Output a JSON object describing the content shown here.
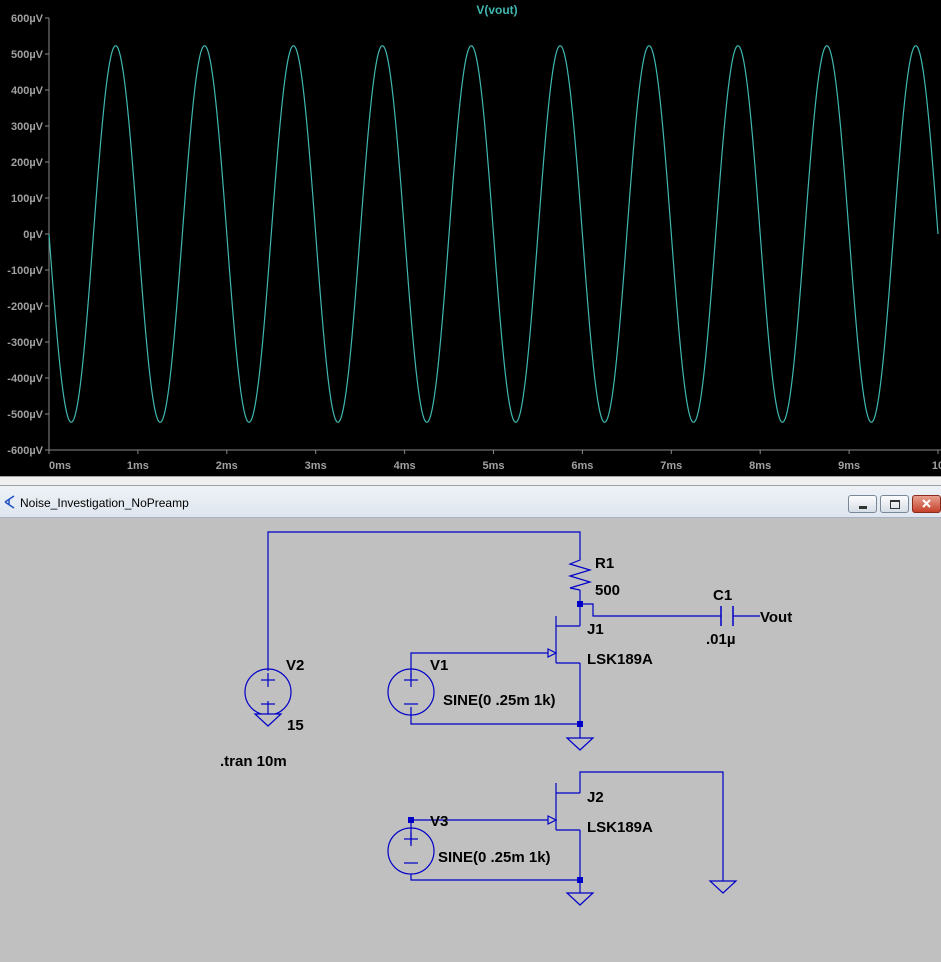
{
  "plot": {
    "trace_name": "V(vout)",
    "trace_color": "#3fb8b0",
    "background": "#000000",
    "y_tick_labels": [
      "600µV",
      "500µV",
      "400µV",
      "300µV",
      "200µV",
      "100µV",
      "0µV",
      "-100µV",
      "-200µV",
      "-300µV",
      "-400µV",
      "-500µV",
      "-600µV"
    ],
    "x_tick_labels": [
      "0ms",
      "1ms",
      "2ms",
      "3ms",
      "4ms",
      "5ms",
      "6ms",
      "7ms",
      "8ms",
      "9ms",
      "10"
    ]
  },
  "chart_data": {
    "type": "line",
    "title": "V(vout)",
    "xlabel": "",
    "ylabel": "",
    "x_unit": "ms",
    "y_unit": "µV",
    "xlim": [
      0,
      10
    ],
    "ylim": [
      -600,
      600
    ],
    "grid": false,
    "series": [
      {
        "name": "V(vout)",
        "function": "-amplitude*sin(2*pi*f*t)",
        "amplitude": 523,
        "frequency_khz": 1,
        "color": "#3fb8b0"
      }
    ]
  },
  "window": {
    "title": "Noise_Investigation_NoPreamp"
  },
  "schematic": {
    "wire_color": "#0000c8",
    "r1": {
      "name": "R1",
      "value": "500"
    },
    "c1": {
      "name": "C1",
      "value": ".01µ"
    },
    "vout": "Vout",
    "j1": {
      "name": "J1",
      "model": "LSK189A"
    },
    "j2": {
      "name": "J2",
      "model": "LSK189A"
    },
    "v1": {
      "name": "V1",
      "value": "SINE(0 .25m 1k)"
    },
    "v2": {
      "name": "V2",
      "value": "15"
    },
    "v3": {
      "name": "V3",
      "value": "SINE(0 .25m 1k)"
    },
    "directive": ".tran 10m"
  }
}
